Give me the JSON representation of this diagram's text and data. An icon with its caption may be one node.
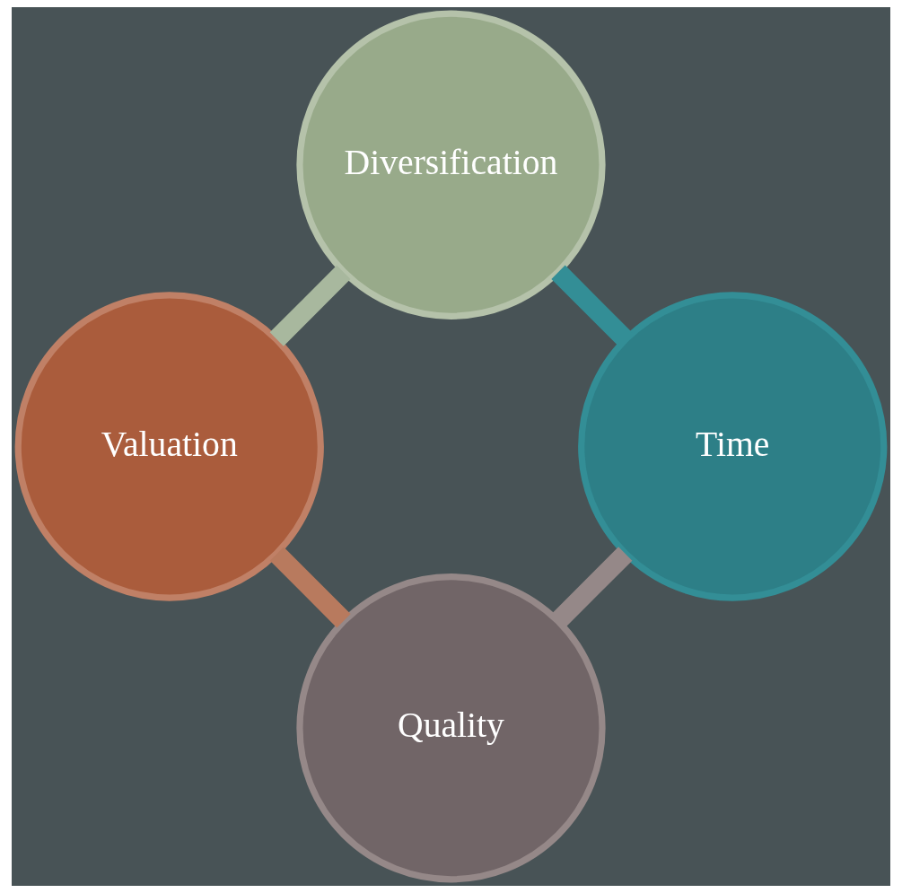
{
  "diagram": {
    "nodes": [
      {
        "text": [
          "Quality"
        ]
      },
      {
        "text": [
          "Valuation"
        ]
      },
      {
        "text": [
          "Diversification"
        ]
      },
      {
        "text": [
          "Time"
        ]
      }
    ],
    "edges": [
      {
        "from": 0,
        "to": 1,
        "arrow": "none",
        "color": "#b87a5e"
      },
      {
        "from": 1,
        "to": 2,
        "arrow": "none",
        "color": "#a8b89e"
      },
      {
        "from": 2,
        "to": 3,
        "arrow": "none",
        "color": "#338e96"
      },
      {
        "from": 3,
        "to": 0,
        "arrow": "none",
        "color": "#958888"
      }
    ]
  }
}
